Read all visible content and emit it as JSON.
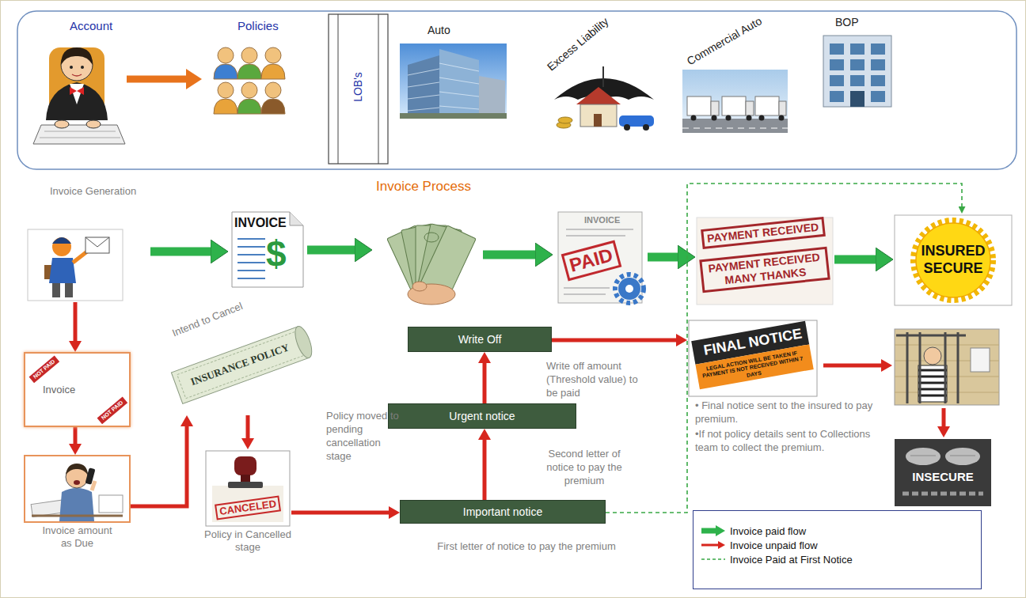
{
  "diagram": {
    "nodes": [
      {
        "text": [
          "Account"
        ]
      },
      {
        "text": [
          "Policies"
        ]
      },
      {
        "text": [
          "LOB's"
        ]
      },
      {
        "text": [
          "Auto"
        ]
      },
      {
        "text": [
          "Excess Liability"
        ]
      },
      {
        "text": [
          "Commercial Auto"
        ]
      },
      {
        "text": [
          "BOP"
        ]
      },
      {
        "text": [
          "Invoice Generation"
        ]
      },
      {
        "text": [
          "INVOICE",
          "$"
        ]
      },
      {
        "text": [
          "Invoice Process"
        ]
      },
      {
        "text": [
          "INVOICE",
          "PAID"
        ]
      },
      {
        "text": [
          "PAYMENT RECEIVED",
          "PAYMENT RECEIVED MANY THANKS"
        ]
      },
      {
        "text": [
          "INSURED SECURE"
        ]
      },
      {
        "text": [
          "NOT PAID",
          "Invoice",
          "NOT PAID"
        ]
      },
      {
        "text": [
          "Invoice amount as Due"
        ]
      },
      {
        "text": [
          "Intend to Cancel",
          "INSURANCE POLICY"
        ]
      },
      {
        "text": [
          "CANCELED",
          "Policy in Cancelled stage"
        ]
      },
      {
        "text": [
          "Important notice"
        ]
      },
      {
        "text": [
          "Urgent notice"
        ]
      },
      {
        "text": [
          "Write Off"
        ]
      },
      {
        "text": [
          "FINAL NOTICE",
          "LEGAL ACTION WILL BE TAKEN IF PAYMENT IS NOT RECEIVED WITHIN 7 DAYS"
        ]
      },
      {
        "text": [
          "INSECURE"
        ]
      }
    ],
    "edges": [
      {
        "from": 0,
        "to": 1,
        "arrow": "to"
      },
      {
        "from": 7,
        "to": 8,
        "arrow": "to"
      },
      {
        "from": 8,
        "to": 9,
        "arrow": "to"
      },
      {
        "from": 9,
        "to": 10,
        "arrow": "to"
      },
      {
        "from": 10,
        "to": 11,
        "arrow": "to"
      },
      {
        "from": 11,
        "to": 12,
        "arrow": "to"
      },
      {
        "from": 7,
        "to": 13,
        "arrow": "to"
      },
      {
        "from": 13,
        "to": 14,
        "arrow": "to"
      },
      {
        "from": 14,
        "to": 15,
        "arrow": "to"
      },
      {
        "from": 15,
        "to": 16,
        "arrow": "to"
      },
      {
        "from": 16,
        "to": 17,
        "arrow": "to"
      },
      {
        "from": 17,
        "to": 18,
        "arrow": "to"
      },
      {
        "from": 18,
        "to": 19,
        "arrow": "to"
      },
      {
        "from": 19,
        "to": 20,
        "arrow": "to"
      },
      {
        "from": 17,
        "to": 12,
        "arrow": "to"
      }
    ],
    "labels": [
      "Policy moved to pending cancellation stage",
      "Write off amount (Threshold value) to be paid",
      "Second letter of notice to pay the premium",
      "First letter of notice to pay the premium",
      "• Final notice sent to the insured to pay premium.",
      "•If not policy details sent to Collections team to collect the premium."
    ],
    "legend": [
      {
        "text": "Invoice paid flow"
      },
      {
        "text": "Invoice unpaid flow"
      },
      {
        "text": "Invoice Paid at First Notice"
      }
    ]
  }
}
